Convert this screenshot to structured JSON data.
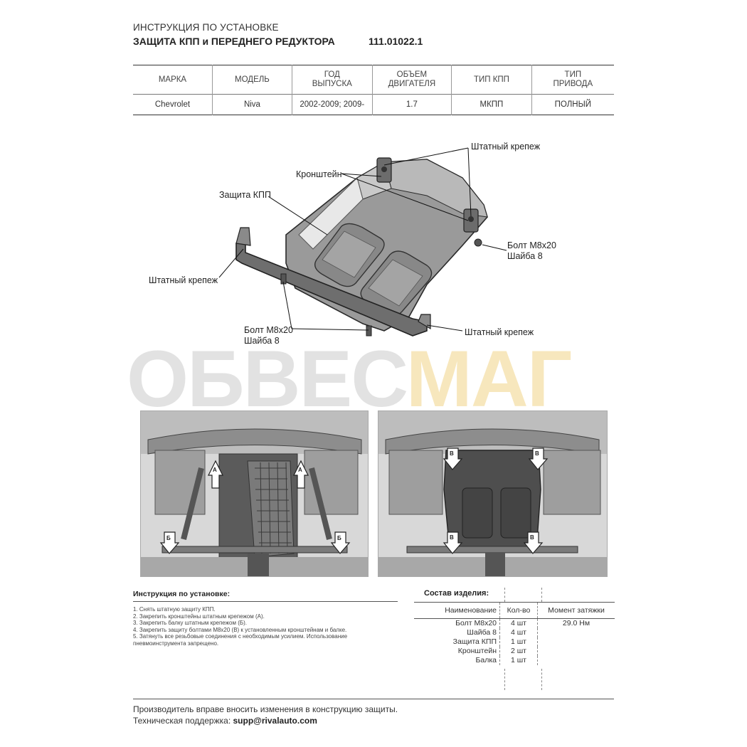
{
  "header": {
    "title": "ИНСТРУКЦИЯ ПО УСТАНОВКЕ",
    "subtitle": "ЗАЩИТА КПП и ПЕРЕДНЕГО РЕДУКТОРА",
    "code": "111.01022.1"
  },
  "spec_table": {
    "columns": [
      "МАРКА",
      "МОДЕЛЬ",
      "ГОД ВЫПУСКА",
      "ОБЪЕМ ДВИГАТЕЛЯ",
      "ТИП КПП",
      "ТИП ПРИВОДА"
    ],
    "column_lines": [
      [
        "МАРКА"
      ],
      [
        "МОДЕЛЬ"
      ],
      [
        "ГОД",
        "ВЫПУСКА"
      ],
      [
        "ОБЪЕМ",
        "ДВИГАТЕЛЯ"
      ],
      [
        "ТИП КПП"
      ],
      [
        "ТИП",
        "ПРИВОДА"
      ]
    ],
    "row": [
      "Chevrolet",
      "Niva",
      "2002-2009; 2009-",
      "1.7",
      "МКПП",
      "ПОЛНЫЙ"
    ]
  },
  "diagram": {
    "labels": {
      "standard_fastener_top": "Штатный крепеж",
      "bracket": "Кронштейн",
      "gearbox_guard": "Защита КПП",
      "standard_fastener_left": "Штатный крепеж",
      "bolt_right_1": "Болт М8х20",
      "bolt_right_2": "Шайба 8",
      "bolt_bottom_1": "Болт М8х20",
      "bolt_bottom_2": "Шайба 8",
      "standard_fastener_bottom": "Штатный крепеж"
    }
  },
  "watermark": {
    "part1": "ОБВЕС",
    "part2": "МАГ"
  },
  "photos": {
    "left_markers": [
      "А",
      "А",
      "Б",
      "Б"
    ],
    "right_markers": [
      "В",
      "В",
      "В",
      "В"
    ]
  },
  "instructions": {
    "heading": "Инструкция по установке:",
    "steps": [
      "1. Снять штатную защиту КПП.",
      "2. Закрепить кронштейны штатным крепежом (А).",
      "3. Закрепить балку штатным крепежом (Б).",
      "4. Закрепить защиту болтами М8х20 (В) к установленным кронштейнам и балке.",
      "5. Затянуть все резьбовые соединения с необходимым усилием. Использование пневмоинструмента запрещено."
    ]
  },
  "composition": {
    "heading": "Состав изделия:",
    "headers": [
      "Наименование",
      "Кол-во",
      "Момент затяжки"
    ],
    "rows": [
      [
        "Болт М8х20",
        "4 шт",
        "29.0 Нм"
      ],
      [
        "Шайба 8",
        "4 шт",
        ""
      ],
      [
        "Защита КПП",
        "1 шт",
        ""
      ],
      [
        "Кронштейн",
        "2 шт",
        ""
      ],
      [
        "Балка",
        "1 шт",
        ""
      ]
    ]
  },
  "footer": {
    "line1": "Производитель вправе вносить изменения в конструкцию защиты.",
    "support_label": "Техническая поддержка: ",
    "support_email": "supp@rivalauto.com"
  }
}
